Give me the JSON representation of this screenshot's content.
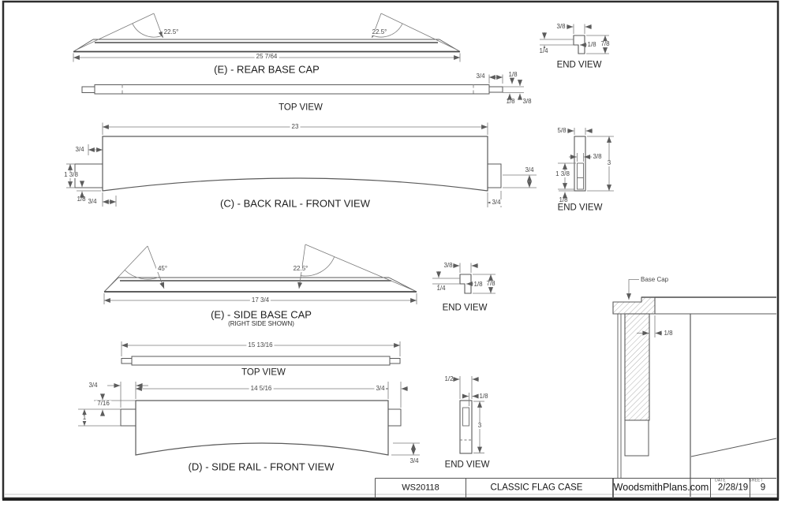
{
  "colors": {
    "line": "#555555",
    "thick_line": "#4a4a4a",
    "dim": "#777777",
    "text": "#333333",
    "background": "#ffffff"
  },
  "rear_base_cap": {
    "title": "(E) - REAR BASE CAP",
    "angle_left": "22.5°",
    "angle_right": "22.5°",
    "length": "25 7/64"
  },
  "rear_top_view": {
    "title": "TOP VIEW",
    "dim_tenon": "3/4",
    "dim_top_offset": "1/8",
    "dim_bottom_offset": "1/8",
    "dim_tenon_width": "3/8"
  },
  "rear_end_view": {
    "title": "END VIEW",
    "dim_top": "3/8",
    "dim_left": "1/4",
    "dim_step": "1/8",
    "dim_height": "7/8"
  },
  "back_rail": {
    "title": "(C) - BACK RAIL - FRONT VIEW",
    "dim_length": "23",
    "dim_top_left": "3/4",
    "dim_tenon_height": "1 3/8",
    "dim_offset": "1/8",
    "dim_tenon_left": "3/4",
    "dim_right": "3/4",
    "dim_tenon_right": "3/4"
  },
  "back_rail_end_view": {
    "title": "END VIEW",
    "dim_top": "5/8",
    "dim_groove": "3/8",
    "dim_height": "3",
    "dim_mortise": "1 3/8",
    "dim_bottom": "1/8"
  },
  "side_base_cap": {
    "title": "(E) - SIDE BASE CAP",
    "subtitle": "(RIGHT SIDE SHOWN)",
    "angle_left": "45°",
    "angle_right": "22.5°",
    "length": "17 3/4"
  },
  "side_cap_end_view": {
    "title": "END VIEW",
    "dim_top": "3/8",
    "dim_left": "1/4",
    "dim_step": "1/8",
    "dim_height": "7/8"
  },
  "side_top_view": {
    "title": "TOP VIEW",
    "dim_length": "15 13/16"
  },
  "side_rail": {
    "title": "(D) - SIDE RAIL - FRONT VIEW",
    "dim_tenon_left": "3/4",
    "dim_length": "14 5/16",
    "dim_tenon_right": "3/4",
    "dim_offset": "7/16",
    "dim_tenon_height": "1",
    "dim_bottom_right": "3/4"
  },
  "side_rail_end_view": {
    "title": "END VIEW",
    "dim_top": "1/2",
    "dim_wall": "1/8",
    "dim_height": "3"
  },
  "detail_view": {
    "callout": "Base Cap",
    "dim_reveal": "1/8"
  },
  "title_block": {
    "plan_number": "WS20118",
    "plan_title": "CLASSIC FLAG CASE",
    "website": "WoodsmithPlans.com",
    "date_label": "DATE",
    "date": "2/28/19",
    "sheet_label": "SHEET",
    "sheet": "9"
  }
}
